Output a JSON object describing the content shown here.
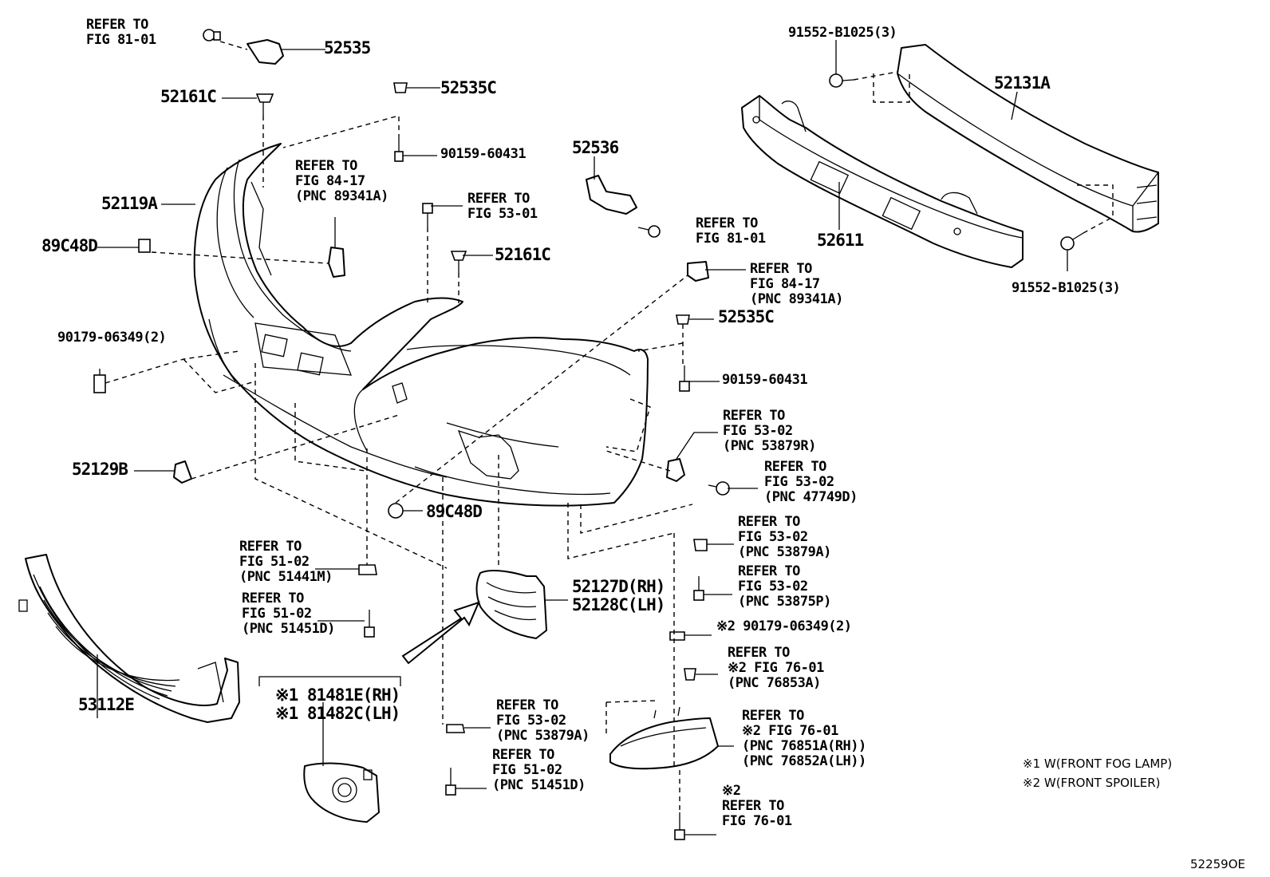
{
  "labels": {
    "p52535": "52535",
    "ref_8101_a": "REFER TO\nFIG 81-01",
    "p52161c_a": "52161C",
    "p52535c_a": "52535C",
    "p90159_a": "90159-60431",
    "ref_8417_a": "REFER TO\nFIG 84-17\n(PNC 89341A)",
    "p52119a": "52119A",
    "p89c48d_a": "89C48D",
    "ref_5301": "REFER TO\nFIG 53-01",
    "p52161c_b": "52161C",
    "p52536": "52536",
    "ref_8101_b": "REFER TO\nFIG 81-01",
    "p91552_a": "91552-B1025(3)",
    "p52131a": "52131A",
    "p52611": "52611",
    "p91552_b": "91552-B1025(3)",
    "ref_8417_b": "REFER TO\nFIG 84-17\n(PNC 89341A)",
    "p52535c_b": "52535C",
    "p90179_a": "90179-06349(2)",
    "p90159_b": "90159-60431",
    "ref_5302_r": "REFER TO\nFIG 53-02\n(PNC 53879R)",
    "ref_5302_d": "REFER TO\nFIG 53-02\n(PNC 47749D)",
    "p52129b": "52129B",
    "p89c48d_b": "89C48D",
    "ref_5302_a1": "REFER TO\nFIG 53-02\n(PNC 53879A)",
    "ref_5302_p": "REFER TO\nFIG 53-02\n(PNC 53875P)",
    "ref_5102_m": "REFER TO\nFIG 51-02\n(PNC 51441M)",
    "ref_5102_d1": "REFER TO\nFIG 51-02\n(PNC 51451D)",
    "p52127": "52127D(RH)\n52128C(LH)",
    "p90179_b": "※2 90179-06349(2)",
    "ref_7601_a": "REFER TO\n※2 FIG 76-01\n(PNC 76853A)",
    "p53112e": "53112E",
    "p81481": "※1 81481E(RH)\n※1 81482C(LH)",
    "ref_5302_a2": "REFER TO\nFIG 53-02\n(PNC 53879A)",
    "ref_5102_d2": "REFER TO\nFIG 51-02\n(PNC 51451D)",
    "ref_7601_b": "REFER TO\n※2 FIG 76-01\n(PNC 76851A(RH))\n(PNC 76852A(LH))",
    "ref_7601_c": "※2\nREFER TO\nFIG 76-01"
  },
  "legend": {
    "note1": "※1 W(FRONT FOG LAMP)",
    "note2": "※2 W(FRONT SPOILER)"
  },
  "figure_id": "52259OE"
}
